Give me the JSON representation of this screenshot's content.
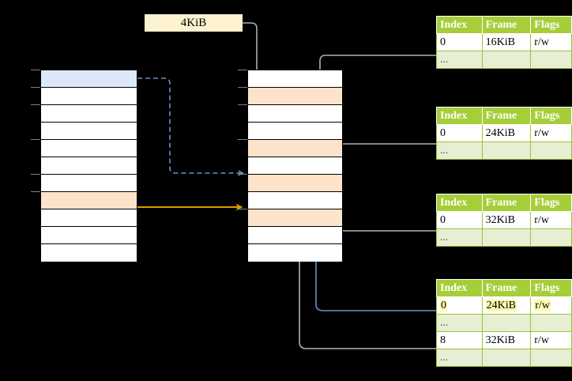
{
  "diagram": {
    "title_label": "4KiB",
    "page_size_label": "4KiB"
  },
  "columns": {
    "left": {
      "name": "virtual-address-space-left",
      "rows": [
        {
          "fill": "blue"
        },
        {
          "fill": "plain"
        },
        {
          "fill": "plain"
        },
        {
          "fill": "plain"
        },
        {
          "fill": "plain"
        },
        {
          "fill": "plain"
        },
        {
          "fill": "plain"
        },
        {
          "fill": "peach"
        },
        {
          "fill": "plain"
        },
        {
          "fill": "plain"
        },
        {
          "fill": "plain"
        }
      ]
    },
    "middle": {
      "name": "physical-memory-middle",
      "rows": [
        {
          "fill": "plain"
        },
        {
          "fill": "peach"
        },
        {
          "fill": "plain"
        },
        {
          "fill": "plain"
        },
        {
          "fill": "peach"
        },
        {
          "fill": "plain"
        },
        {
          "fill": "peach"
        },
        {
          "fill": "plain"
        },
        {
          "fill": "peach"
        },
        {
          "fill": "plain"
        },
        {
          "fill": "plain"
        }
      ]
    }
  },
  "tables": {
    "headers": [
      "Index",
      "Frame",
      "Flags"
    ],
    "ellipsis": "...",
    "list": [
      {
        "name": "page-table-1",
        "rows": [
          {
            "index": "0",
            "frame": "16KiB",
            "flags": "r/w",
            "highlight": false
          },
          {
            "index": "...",
            "frame": "",
            "flags": "",
            "ellipsis": true
          }
        ]
      },
      {
        "name": "page-table-2",
        "rows": [
          {
            "index": "0",
            "frame": "24KiB",
            "flags": "r/w",
            "highlight": false
          },
          {
            "index": "...",
            "frame": "",
            "flags": "",
            "ellipsis": true
          }
        ]
      },
      {
        "name": "page-table-3",
        "rows": [
          {
            "index": "0",
            "frame": "32KiB",
            "flags": "r/w",
            "highlight": false
          },
          {
            "index": "...",
            "frame": "",
            "flags": "",
            "ellipsis": true
          }
        ]
      },
      {
        "name": "page-table-4",
        "rows": [
          {
            "index": "0",
            "frame": "24KiB",
            "flags": "r/w",
            "highlight": true
          },
          {
            "index": "...",
            "frame": "",
            "flags": "",
            "ellipsis": true
          },
          {
            "index": "8",
            "frame": "32KiB",
            "flags": "r/w",
            "highlight": false
          },
          {
            "index": "...",
            "frame": "",
            "flags": "",
            "ellipsis": true
          }
        ]
      }
    ]
  },
  "colors": {
    "background": "#000000",
    "header_green": "#a6ce39",
    "ellipsis_green": "#e8eed4",
    "highlight_yellow": "#fdfab0",
    "peach": "#fde3ca",
    "blue_fill": "#dce8f8",
    "blue_wire": "#6a8fc4",
    "orange_wire": "#e09a00",
    "gray_wire": "#b0b0b0",
    "label_cream": "#fdf2d0"
  }
}
